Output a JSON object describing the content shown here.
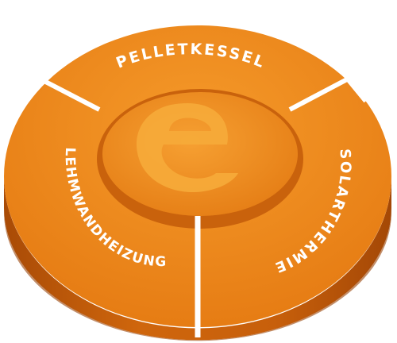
{
  "segments": [
    {
      "label": "PELLETKESSEL"
    },
    {
      "label": "SOLARTHERMIE"
    },
    {
      "label": "LEHMWANDHEIZUNG"
    }
  ],
  "center_logo": {
    "glyph": "e"
  },
  "colors": {
    "top": "#ef8416",
    "side": "#c65f0d",
    "side_dark": "#a34a08",
    "center": "#f18a17",
    "logo": "#f7ad3a",
    "gap": "#ffffff"
  }
}
